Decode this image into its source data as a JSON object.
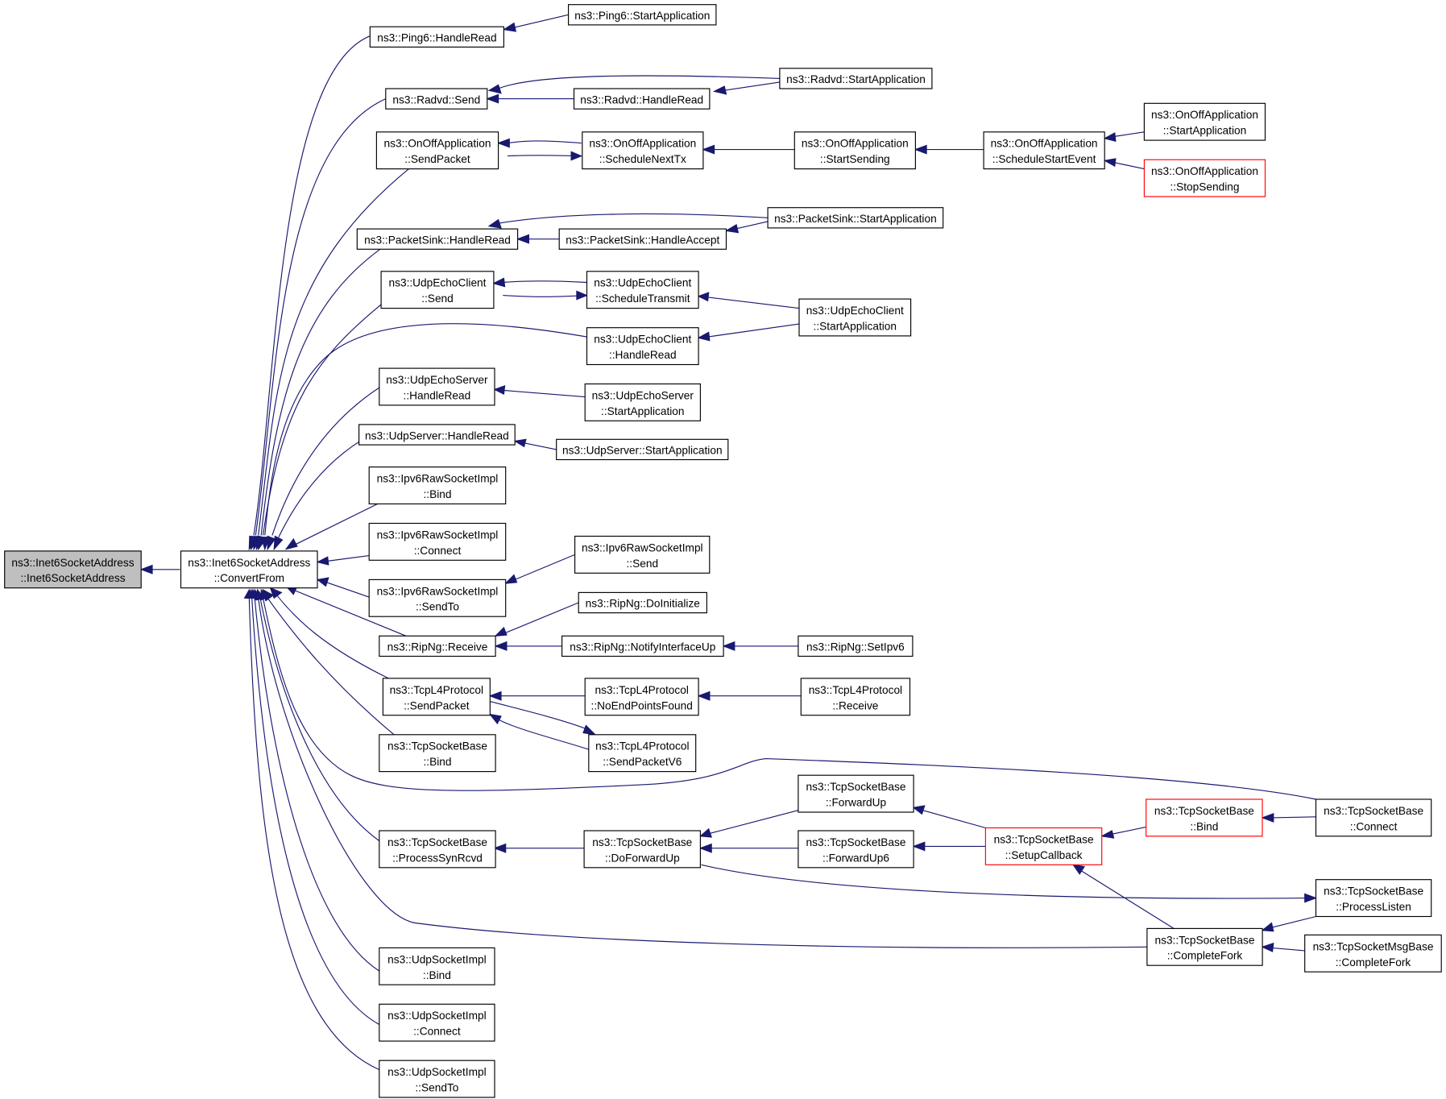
{
  "colors": {
    "edge": "#191970",
    "root_fill": "#bfbfbf",
    "truncated_border": "#ff0000",
    "node_border": "#000000",
    "background": "#ffffff"
  },
  "nodes": [
    {
      "id": "root",
      "lines": [
        "ns3::Inet6SocketAddress",
        "::Inet6SocketAddress"
      ],
      "root": true
    },
    {
      "id": "convertfrom",
      "lines": [
        "ns3::Inet6SocketAddress",
        "::ConvertFrom"
      ]
    },
    {
      "id": "ping6_handleread",
      "lines": [
        "ns3::Ping6::HandleRead"
      ]
    },
    {
      "id": "ping6_startapp",
      "lines": [
        "ns3::Ping6::StartApplication"
      ]
    },
    {
      "id": "radvd_send",
      "lines": [
        "ns3::Radvd::Send"
      ]
    },
    {
      "id": "radvd_startapp",
      "lines": [
        "ns3::Radvd::StartApplication"
      ]
    },
    {
      "id": "radvd_handleread",
      "lines": [
        "ns3::Radvd::HandleRead"
      ]
    },
    {
      "id": "onoff_sendpacket",
      "lines": [
        "ns3::OnOffApplication",
        "::SendPacket"
      ]
    },
    {
      "id": "onoff_schednexttx",
      "lines": [
        "ns3::OnOffApplication",
        "::ScheduleNextTx"
      ]
    },
    {
      "id": "onoff_startsending",
      "lines": [
        "ns3::OnOffApplication",
        "::StartSending"
      ]
    },
    {
      "id": "onoff_schedstart",
      "lines": [
        "ns3::OnOffApplication",
        "::ScheduleStartEvent"
      ]
    },
    {
      "id": "onoff_startapp",
      "lines": [
        "ns3::OnOffApplication",
        "::StartApplication"
      ]
    },
    {
      "id": "onoff_stopsending",
      "lines": [
        "ns3::OnOffApplication",
        "::StopSending"
      ],
      "truncated": true
    },
    {
      "id": "psink_handleread",
      "lines": [
        "ns3::PacketSink::HandleRead"
      ]
    },
    {
      "id": "psink_startapp",
      "lines": [
        "ns3::PacketSink::StartApplication"
      ]
    },
    {
      "id": "psink_handleaccept",
      "lines": [
        "ns3::PacketSink::HandleAccept"
      ]
    },
    {
      "id": "uec_send",
      "lines": [
        "ns3::UdpEchoClient",
        "::Send"
      ]
    },
    {
      "id": "uec_schedtx",
      "lines": [
        "ns3::UdpEchoClient",
        "::ScheduleTransmit"
      ]
    },
    {
      "id": "uec_startapp",
      "lines": [
        "ns3::UdpEchoClient",
        "::StartApplication"
      ]
    },
    {
      "id": "uec_handleread",
      "lines": [
        "ns3::UdpEchoClient",
        "::HandleRead"
      ]
    },
    {
      "id": "ues_handleread",
      "lines": [
        "ns3::UdpEchoServer",
        "::HandleRead"
      ]
    },
    {
      "id": "ues_startapp",
      "lines": [
        "ns3::UdpEchoServer",
        "::StartApplication"
      ]
    },
    {
      "id": "us_handleread",
      "lines": [
        "ns3::UdpServer::HandleRead"
      ]
    },
    {
      "id": "us_startapp",
      "lines": [
        "ns3::UdpServer::StartApplication"
      ]
    },
    {
      "id": "ipv6raw_bind",
      "lines": [
        "ns3::Ipv6RawSocketImpl",
        "::Bind"
      ]
    },
    {
      "id": "ipv6raw_connect",
      "lines": [
        "ns3::Ipv6RawSocketImpl",
        "::Connect"
      ]
    },
    {
      "id": "ipv6raw_sendto",
      "lines": [
        "ns3::Ipv6RawSocketImpl",
        "::SendTo"
      ]
    },
    {
      "id": "ipv6raw_send",
      "lines": [
        "ns3::Ipv6RawSocketImpl",
        "::Send"
      ]
    },
    {
      "id": "ripng_receive",
      "lines": [
        "ns3::RipNg::Receive"
      ]
    },
    {
      "id": "ripng_doinit",
      "lines": [
        "ns3::RipNg::DoInitialize"
      ]
    },
    {
      "id": "ripng_notifyup",
      "lines": [
        "ns3::RipNg::NotifyInterfaceUp"
      ]
    },
    {
      "id": "ripng_setipv6",
      "lines": [
        "ns3::RipNg::SetIpv6"
      ]
    },
    {
      "id": "tcpl4_sendpacket",
      "lines": [
        "ns3::TcpL4Protocol",
        "::SendPacket"
      ]
    },
    {
      "id": "tcpl4_noendpoints",
      "lines": [
        "ns3::TcpL4Protocol",
        "::NoEndPointsFound"
      ]
    },
    {
      "id": "tcpl4_receive",
      "lines": [
        "ns3::TcpL4Protocol",
        "::Receive"
      ]
    },
    {
      "id": "tcpl4_sendpacketv6",
      "lines": [
        "ns3::TcpL4Protocol",
        "::SendPacketV6"
      ]
    },
    {
      "id": "tsb_bind",
      "lines": [
        "ns3::TcpSocketBase",
        "::Bind"
      ]
    },
    {
      "id": "tsb_connect",
      "lines": [
        "ns3::TcpSocketBase",
        "::Connect"
      ]
    },
    {
      "id": "tsb_procsynrcvd",
      "lines": [
        "ns3::TcpSocketBase",
        "::ProcessSynRcvd"
      ]
    },
    {
      "id": "tsb_doforwardup",
      "lines": [
        "ns3::TcpSocketBase",
        "::DoForwardUp"
      ]
    },
    {
      "id": "tsb_forwardup",
      "lines": [
        "ns3::TcpSocketBase",
        "::ForwardUp"
      ]
    },
    {
      "id": "tsb_forwardup6",
      "lines": [
        "ns3::TcpSocketBase",
        "::ForwardUp6"
      ]
    },
    {
      "id": "tsb_setupcb",
      "lines": [
        "ns3::TcpSocketBase",
        "::SetupCallback"
      ],
      "truncated": true
    },
    {
      "id": "tsb_bind_r",
      "lines": [
        "ns3::TcpSocketBase",
        "::Bind"
      ],
      "truncated": true
    },
    {
      "id": "tsb_proclisten",
      "lines": [
        "ns3::TcpSocketBase",
        "::ProcessListen"
      ]
    },
    {
      "id": "tsb_completefork",
      "lines": [
        "ns3::TcpSocketBase",
        "::CompleteFork"
      ]
    },
    {
      "id": "tsmb_completefork",
      "lines": [
        "ns3::TcpSocketMsgBase",
        "::CompleteFork"
      ]
    },
    {
      "id": "usi_bind",
      "lines": [
        "ns3::UdpSocketImpl",
        "::Bind"
      ]
    },
    {
      "id": "usi_connect",
      "lines": [
        "ns3::UdpSocketImpl",
        "::Connect"
      ]
    },
    {
      "id": "usi_sendto",
      "lines": [
        "ns3::UdpSocketImpl",
        "::SendTo"
      ]
    }
  ]
}
